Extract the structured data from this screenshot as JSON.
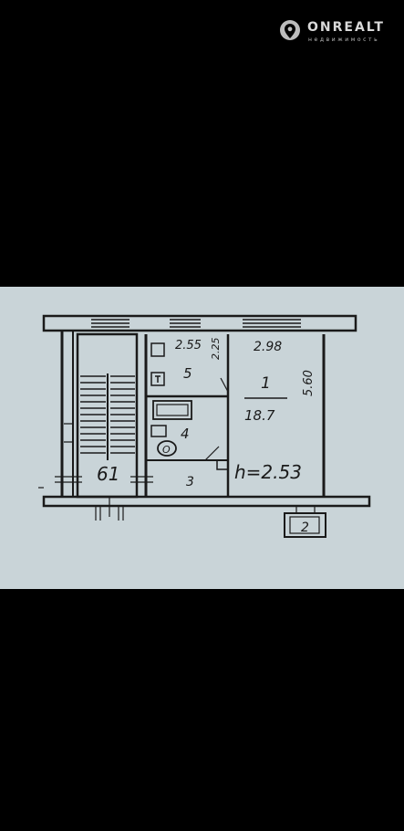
{
  "logo": {
    "name": "ONREALT",
    "subtitle": "недвижимость"
  },
  "floor_plan": {
    "rooms": [
      {
        "number": "1",
        "area": "18.7"
      },
      {
        "number": "2"
      },
      {
        "number": "3"
      },
      {
        "number": "4"
      },
      {
        "number": "5"
      }
    ],
    "stair_label": "61",
    "dimensions": {
      "room1_width": "2.98",
      "room1_length": "5.60",
      "room5_width": "2.55",
      "room5_length": "2.25"
    },
    "ceiling_height": "h=2.53",
    "toilet_mark": "O"
  }
}
